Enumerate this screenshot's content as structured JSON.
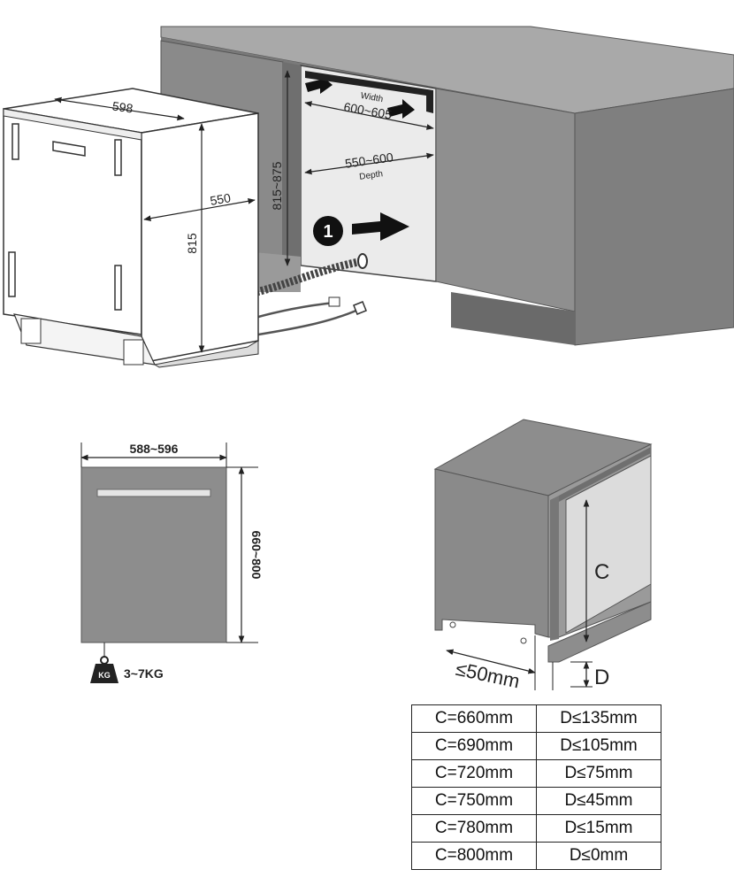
{
  "installation": {
    "appliance_width": "598",
    "appliance_depth": "550",
    "appliance_height": "815",
    "niche_height": "815~875",
    "niche_width_label": "Width",
    "niche_width": "600~605",
    "niche_depth": "550~600",
    "niche_depth_label": "Depth",
    "step_number": "1"
  },
  "door_panel": {
    "width": "588~596",
    "height": "660~800",
    "weight_badge": "KG",
    "weight": "3~7KG"
  },
  "plinth": {
    "c_label": "C",
    "d_label": "D",
    "gap": "≤50mm"
  },
  "spec_table": {
    "rows": [
      {
        "c": "C=660mm",
        "d": "D≤135mm"
      },
      {
        "c": "C=690mm",
        "d": "D≤105mm"
      },
      {
        "c": "C=720mm",
        "d": "D≤75mm"
      },
      {
        "c": "C=750mm",
        "d": "D≤45mm"
      },
      {
        "c": "C=780mm",
        "d": "D≤15mm"
      },
      {
        "c": "C=800mm",
        "d": "D≤0mm"
      }
    ]
  },
  "colors": {
    "cabinet_gray": "#8c8c8c",
    "countertop_gray": "#a8a8a8",
    "niche_light": "#e9e9e9",
    "line_dark": "#222222"
  }
}
